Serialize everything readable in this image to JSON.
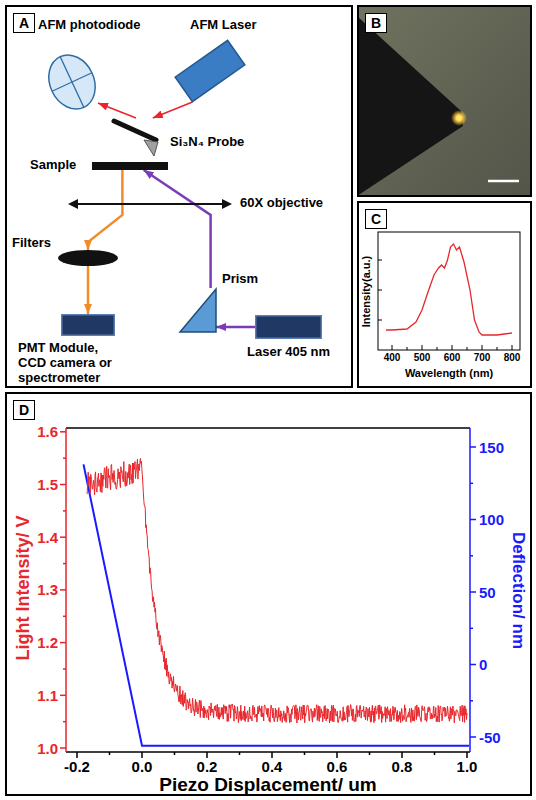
{
  "diagram": {
    "nodes": [
      {
        "text": [
          "A"
        ]
      },
      {
        "text": [
          "AFM photodiode"
        ],
        "in": 0
      },
      {
        "text": [
          "AFM Laser"
        ],
        "in": 0
      },
      {
        "text": [
          "Si₃N₄ Probe"
        ],
        "in": 0
      },
      {
        "text": [
          "Sample"
        ],
        "in": 0
      },
      {
        "text": [
          "60X objective"
        ],
        "in": 0
      },
      {
        "text": [
          "Filters"
        ],
        "in": 0
      },
      {
        "text": [
          "Prism"
        ],
        "in": 0
      },
      {
        "text": [
          "PMT Module, CCD camera or spectrometer"
        ],
        "in": 0
      },
      {
        "text": [
          "Laser 405 nm"
        ],
        "in": 0
      },
      {
        "text": [
          "B"
        ]
      },
      {
        "text": [
          "C"
        ]
      },
      {
        "text": [
          "D"
        ]
      }
    ],
    "edges": [
      {
        "from": 2,
        "to": 3,
        "arrow": "to"
      },
      {
        "from": 3,
        "to": 1,
        "arrow": "to"
      },
      {
        "from": 9,
        "to": 7,
        "arrow": "to"
      },
      {
        "from": 7,
        "to": 4,
        "arrow": "to"
      },
      {
        "from": 4,
        "to": 6,
        "arrow": "to"
      },
      {
        "from": 6,
        "to": 8,
        "arrow": "to"
      }
    ],
    "labels": [
      "Intensity(a.u.)",
      "400",
      "500",
      "600",
      "700",
      "800",
      "Wavelength (nm)",
      "1.6",
      "1.5",
      "1.4",
      "1.3",
      "1.2",
      "1.1",
      "1.0",
      "Light Intensity/ V",
      "150",
      "100",
      "50",
      "0",
      "-50",
      "Deflection/ nm",
      "-0.2",
      "0.0",
      "0.2",
      "0.4",
      "0.6",
      "0.8",
      "1.0",
      "Piezo Displacement/ um"
    ]
  }
}
